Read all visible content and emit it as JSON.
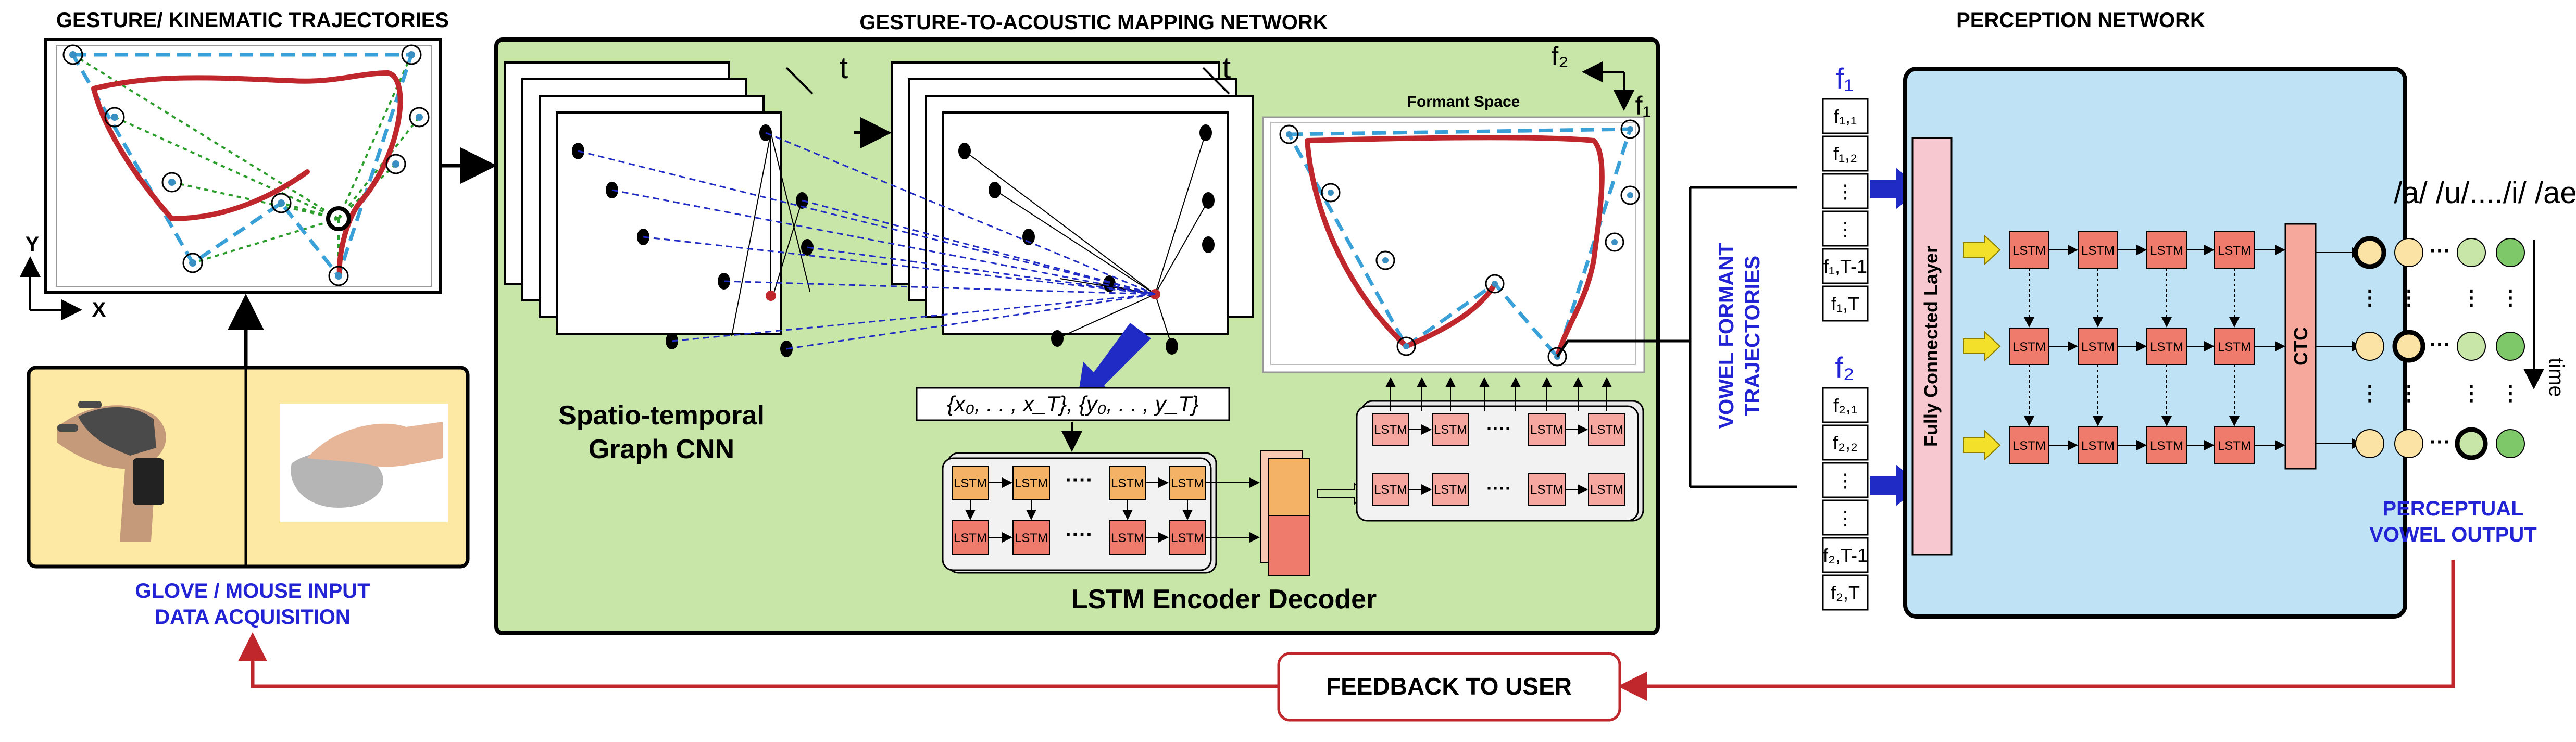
{
  "titles": {
    "gesture": "GESTURE/ KINEMATIC TRAJECTORIES",
    "mapping": "GESTURE-TO-ACOUSTIC MAPPING NETWORK",
    "perception": "PERCEPTION NETWORK"
  },
  "gesture_panel": {
    "y_label": "Y",
    "x_label": "X"
  },
  "input_panel": {
    "caption_line1": "GLOVE / MOUSE INPUT",
    "caption_line2": "DATA ACQUISITION"
  },
  "graph_cnn": {
    "time_label": "t",
    "caption_line1": "Spatio-temporal",
    "caption_line2": "Graph CNN"
  },
  "sequence": {
    "formula": "{x₀, . . , x_T}, {y₀, . . , y_T}"
  },
  "encoder": {
    "lstm": "LSTM",
    "ellipsis": "····",
    "caption": "LSTM Encoder Decoder"
  },
  "formant_space": {
    "title": "Formant Space",
    "axis_f2": "f₂",
    "axis_f1": "f₁"
  },
  "vowel_trajectories": {
    "label_line1": "VOWEL FORMANT",
    "label_line2": "TRAJECTORIES",
    "f1_header": "f₁",
    "f2_header": "f₂",
    "f1_cells": [
      "f₁,₁",
      "f₁,₂",
      "⋮",
      "⋮",
      "f₁,T-1",
      "f₁,T"
    ],
    "f2_cells": [
      "f₂,₁",
      "f₂,₂",
      "⋮",
      "⋮",
      "f₂,T-1",
      "f₂,T"
    ]
  },
  "perception": {
    "fc_layer": "Fully Connected Layer",
    "lstm": "LSTM",
    "ctc": "CTC",
    "time": "time"
  },
  "output": {
    "vowels": "/a/ /u/..../i/ /ae/",
    "caption_line1": "PERCEPTUAL",
    "caption_line2": "VOWEL OUTPUT"
  },
  "feedback": {
    "label": "FEEDBACK TO USER"
  },
  "colors": {
    "green_panel": "#c8e6a8",
    "blue_panel": "#bfe2f4",
    "trajectory_red": "#c0272d",
    "dashed_blue": "#3aa0d8",
    "blue_text": "#2323d6",
    "lstm_orange": "#f4b266",
    "lstm_red": "#ef7b6c",
    "fc_pink": "#f8c8d0",
    "input_yellow": "#fde8a4"
  }
}
